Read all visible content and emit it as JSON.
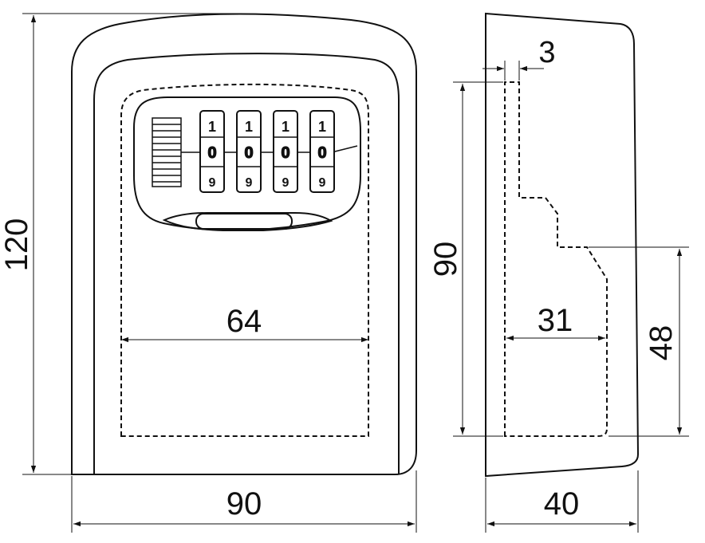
{
  "front_view": {
    "height_label": "120",
    "width_label": "90",
    "inner_width_label": "64",
    "dial": {
      "wheels": [
        {
          "top": "1",
          "middle": "0",
          "bottom": "9"
        },
        {
          "top": "1",
          "middle": "0",
          "bottom": "9"
        },
        {
          "top": "1",
          "middle": "0",
          "bottom": "9"
        },
        {
          "top": "1",
          "middle": "0",
          "bottom": "9"
        }
      ]
    }
  },
  "side_view": {
    "wall_label": "3",
    "inner_height_label": "90",
    "inner_depth_label": "31",
    "lower_height_label": "48",
    "depth_label": "40"
  },
  "colors": {
    "line": "#111111",
    "background": "#ffffff"
  }
}
